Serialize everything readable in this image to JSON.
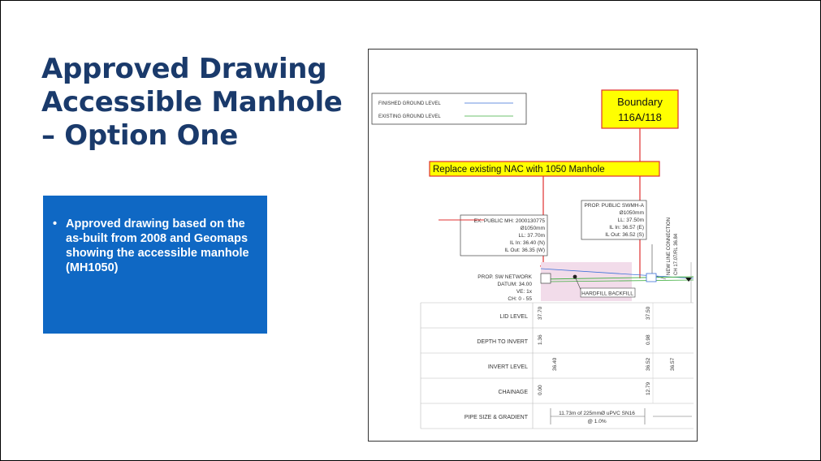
{
  "title": {
    "line1": "Approved Drawing",
    "line2": "Accessible Manhole",
    "line3": "– Option One"
  },
  "bullets": [
    "Approved drawing based on the as-built from 2008 and Geomaps showing the accessible manhole (MH1050)"
  ],
  "bullet_marker": "•",
  "drawing": {
    "legend": {
      "finished": "FINISHED GROUND LEVEL",
      "existing": "EXISTING GROUND LEVEL"
    },
    "boundary": {
      "line1": "Boundary",
      "line2": "116A/118"
    },
    "replace_note": "Replace existing NAC with 1050 Manhole",
    "ex_mh": {
      "line1": "EX. PUBLIC MH: 2000130775",
      "line2": "Ø1050mm",
      "line3": "LL: 37.70m",
      "line4": "IL In: 36.40 (N)",
      "line5": "IL Out: 36.35 (W)"
    },
    "prop_mh": {
      "line1": "PROP. PUBLIC SWMH-A",
      "line2": "Ø1050mm",
      "line3": "LL: 37.50m",
      "line4": "IL In: 36.57 (E)",
      "line5": "IL Out: 36.52 (S)"
    },
    "new_connection": {
      "line1": "NEW LINE CONNECTION",
      "line2": "CH 17.07/RL 36.84"
    },
    "network": {
      "line1": "PROP. SW NETWORK",
      "line2": "DATUM: 34.00",
      "line3": "VE: 1x",
      "line4": "CH: 0 - 55"
    },
    "hardfill": "HARDFILL BACKFILL",
    "table": {
      "lid_label": "LID LEVEL",
      "depth_label": "DEPTH TO INVERT",
      "invert_label": "INVERT LEVEL",
      "chainage_label": "CHAINAGE",
      "pipe_label": "PIPE SIZE & GRADIENT",
      "lid_1": "37.70",
      "lid_2": "37.50",
      "depth_1": "1.36",
      "depth_2": "0.98",
      "invert_1": "36.40",
      "invert_2": "36.52",
      "invert_3": "36.57",
      "chainage_1": "0.00",
      "chainage_2": "12.79",
      "pipe_line1": "11.73m of 225mmØ uPVC SN16",
      "pipe_line2": "@ 1.0%"
    }
  },
  "colors": {
    "title": "#1a3a6b",
    "bullet_box": "#0f68c4",
    "note_fill": "#ffff00",
    "note_border": "#e03030"
  }
}
